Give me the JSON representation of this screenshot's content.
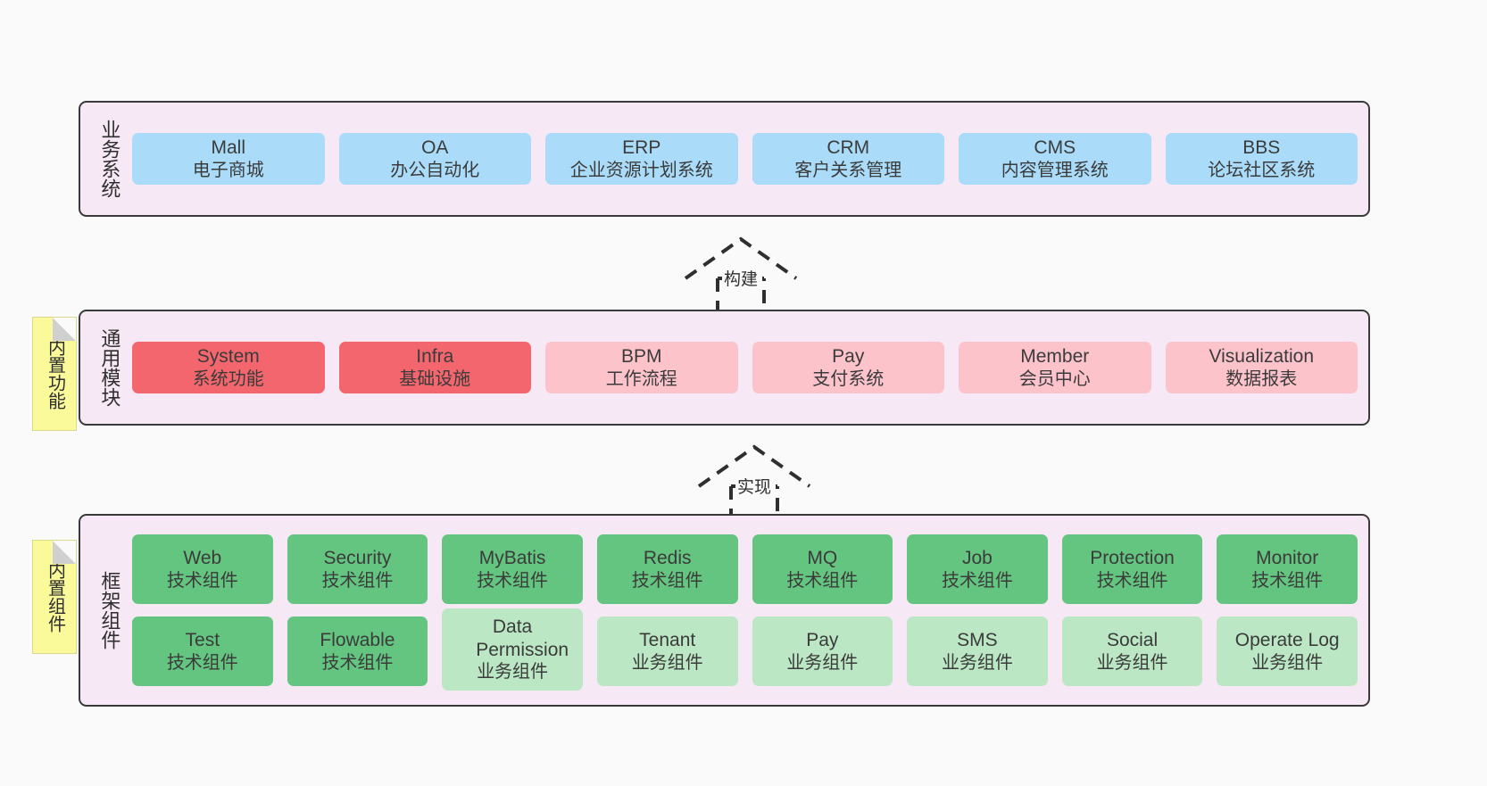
{
  "colors": {
    "panel_bg": "#f6e9f5",
    "panel_border": "#3a3a3a",
    "blue": "#aadcfa",
    "red": "#f4666e",
    "pink": "#fcc3ca",
    "green": "#63c57f",
    "light_green": "#bbe7c4",
    "note_yellow": "#fafa9b",
    "canvas_bg": "#fafafa"
  },
  "layers": {
    "business": {
      "title": "业务系统",
      "items": [
        {
          "en": "Mall",
          "cn": "电子商城",
          "color": "blue"
        },
        {
          "en": "OA",
          "cn": "办公自动化",
          "color": "blue"
        },
        {
          "en": "ERP",
          "cn": "企业资源计划系统",
          "color": "blue"
        },
        {
          "en": "CRM",
          "cn": "客户关系管理",
          "color": "blue"
        },
        {
          "en": "CMS",
          "cn": "内容管理系统",
          "color": "blue"
        },
        {
          "en": "BBS",
          "cn": "论坛社区系统",
          "color": "blue"
        }
      ]
    },
    "common": {
      "title": "通用模块",
      "note": "内置功能",
      "items": [
        {
          "en": "System",
          "cn": "系统功能",
          "color": "red"
        },
        {
          "en": "Infra",
          "cn": "基础设施",
          "color": "red"
        },
        {
          "en": "BPM",
          "cn": "工作流程",
          "color": "pink"
        },
        {
          "en": "Pay",
          "cn": "支付系统",
          "color": "pink"
        },
        {
          "en": "Member",
          "cn": "会员中心",
          "color": "pink"
        },
        {
          "en": "Visualization",
          "cn": "数据报表",
          "color": "pink"
        }
      ]
    },
    "framework": {
      "title": "框架组件",
      "note": "内置组件",
      "row1": [
        {
          "en": "Web",
          "cn": "技术组件",
          "color": "green"
        },
        {
          "en": "Security",
          "cn": "技术组件",
          "color": "green"
        },
        {
          "en": "MyBatis",
          "cn": "技术组件",
          "color": "green"
        },
        {
          "en": "Redis",
          "cn": "技术组件",
          "color": "green"
        },
        {
          "en": "MQ",
          "cn": "技术组件",
          "color": "green"
        },
        {
          "en": "Job",
          "cn": "技术组件",
          "color": "green"
        },
        {
          "en": "Protection",
          "cn": "技术组件",
          "color": "green"
        },
        {
          "en": "Monitor",
          "cn": "技术组件",
          "color": "green"
        }
      ],
      "row2": [
        {
          "en": "Test",
          "cn": "技术组件",
          "color": "green"
        },
        {
          "en": "Flowable",
          "cn": "技术组件",
          "color": "green"
        },
        {
          "en": "Data Permission",
          "cn": "业务组件",
          "color": "light_green"
        },
        {
          "en": "Tenant",
          "cn": "业务组件",
          "color": "light_green"
        },
        {
          "en": "Pay",
          "cn": "业务组件",
          "color": "light_green"
        },
        {
          "en": "SMS",
          "cn": "业务组件",
          "color": "light_green"
        },
        {
          "en": "Social",
          "cn": "业务组件",
          "color": "light_green"
        },
        {
          "en": "Operate Log",
          "cn": "业务组件",
          "color": "light_green"
        }
      ]
    }
  },
  "connectors": [
    {
      "label": "构建"
    },
    {
      "label": "实现"
    }
  ]
}
